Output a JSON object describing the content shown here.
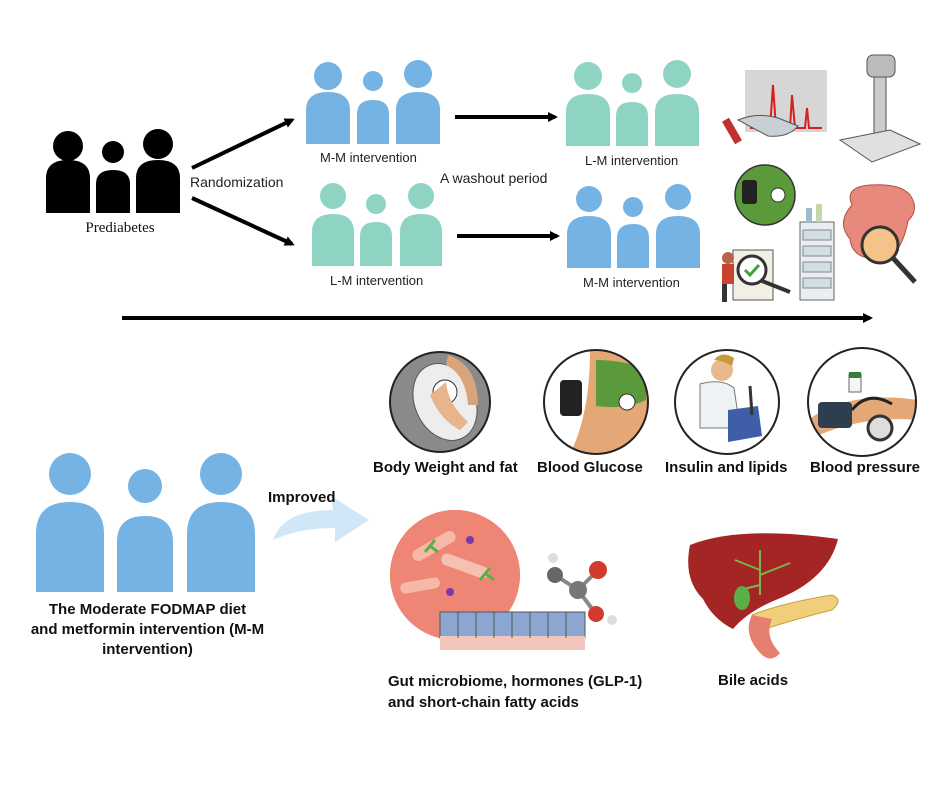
{
  "colors": {
    "blue": "#74b3e3",
    "teal": "#8fd4c3",
    "black": "#000000",
    "arrow_blue": "#cfe7f7"
  },
  "top": {
    "start_group": "Prediabetes",
    "randomization": "Randomization",
    "washout": "A washout period",
    "arm1_first": "M-M intervention",
    "arm1_second": "L-M intervention",
    "arm2_first": "L-M intervention",
    "arm2_second": "M-M intervention"
  },
  "icons": [
    "chromatography-icon",
    "body-scale-icon",
    "glucose-monitor-icon",
    "checklist-icon",
    "hplc-instrument-icon",
    "intestine-magnifier-icon"
  ],
  "outcomes": [
    {
      "label": "Body Weight and fat",
      "icon": "weight-scale-icon"
    },
    {
      "label": "Blood Glucose",
      "icon": "glucose-sensor-icon"
    },
    {
      "label": "Insulin and lipids",
      "icon": "lab-pipette-icon"
    },
    {
      "label": "Blood pressure",
      "icon": "blood-pressure-cuff-icon"
    }
  ],
  "bottom": {
    "improved": "Improved",
    "intervention_line1": "The Moderate FODMAP diet",
    "intervention_line2": "and metformin intervention (M-M",
    "intervention_line3": "intervention)",
    "gut_line1": "Gut microbiome, hormones (GLP-1)",
    "gut_line2": "and short-chain fatty acids",
    "bile": "Bile acids"
  }
}
